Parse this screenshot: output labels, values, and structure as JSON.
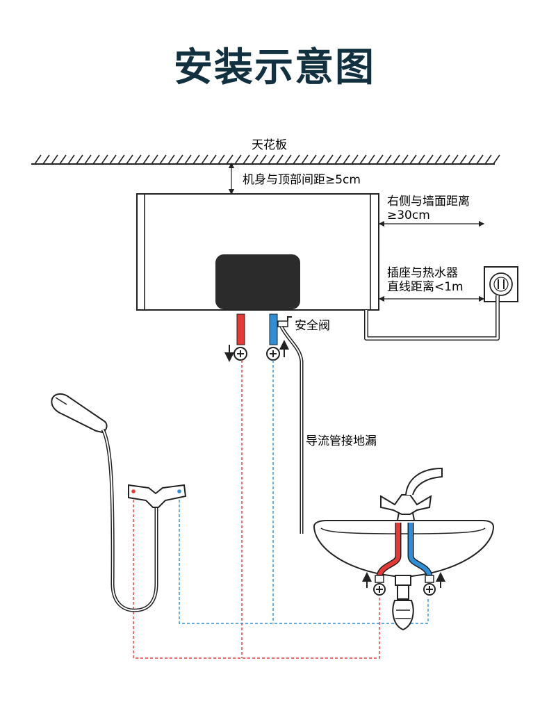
{
  "title": "安装示意图",
  "colors": {
    "title": "#123140",
    "line": "#222222",
    "hot": "#e53935",
    "cold": "#2f8fd6",
    "heater_panel": "#2b2b2b"
  },
  "labels": {
    "ceiling": "天花板",
    "top_gap": "机身与顶部间距≥5cm",
    "right_gap_line1": "右侧与墙面距离",
    "right_gap_line2": "≥30cm",
    "outlet_line1": "插座与热水器",
    "outlet_line2": "直线距离<1m",
    "safety_valve": "安全阀",
    "drain": "导流管接地漏"
  },
  "icons": {
    "ceiling": "ceiling-hatch-icon",
    "heater": "water-heater-icon",
    "outlet": "wall-socket-icon",
    "shower": "shower-head-icon",
    "mixer": "mixer-valve-icon",
    "basin": "wash-basin-icon",
    "faucet": "faucet-icon"
  }
}
